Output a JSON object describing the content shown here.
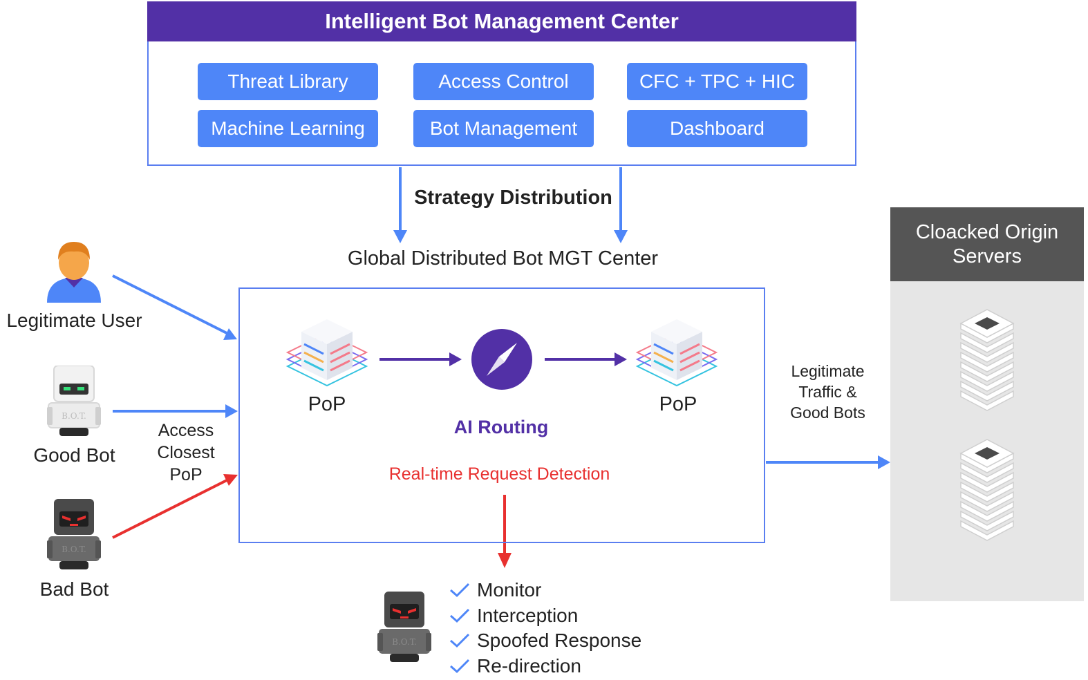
{
  "management_center": {
    "title": "Intelligent Bot Management Center",
    "modules": [
      "Threat Library",
      "Access Control",
      "CFC + TPC + HIC",
      "Machine Learning",
      "Bot Management",
      "Dashboard"
    ]
  },
  "strategy_label": "Strategy Distribution",
  "global_center": {
    "title": "Global Distributed Bot MGT Center",
    "pop_left_label": "PoP",
    "pop_right_label": "PoP",
    "routing_label": "AI Routing",
    "detection_label": "Real-time Request Detection"
  },
  "actors": {
    "user_label": "Legitimate User",
    "good_bot_label": "Good Bot",
    "bad_bot_label": "Bad Bot",
    "bot_badge": "B.O.T."
  },
  "access_label": [
    "Access",
    "Closest",
    "PoP"
  ],
  "legit_traffic_label": [
    "Legitimate",
    "Traffic &",
    "Good Bots"
  ],
  "origin": {
    "title_lines": [
      "Cloacked Origin",
      "Servers"
    ]
  },
  "actions": [
    "Monitor",
    "Interception",
    "Spoofed Response",
    "Re-direction"
  ],
  "colors": {
    "header_purple": "#5230a6",
    "module_blue": "#4e86f8",
    "arrow_blue": "#4e86f8",
    "arrow_red": "#e8302f",
    "arrow_purple": "#5230a6",
    "origin_header": "#555555",
    "origin_panel": "#e6e6e6"
  }
}
